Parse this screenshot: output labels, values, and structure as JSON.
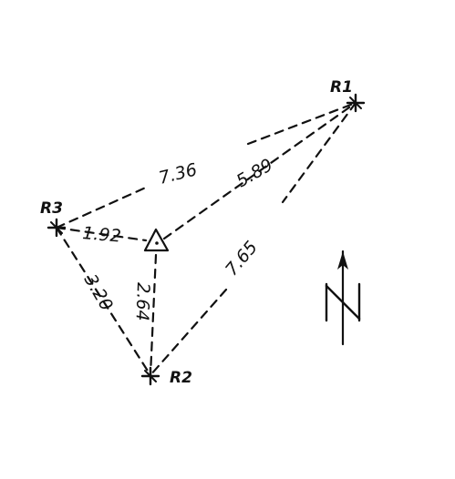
{
  "diagram": {
    "points": {
      "r1": "R1",
      "r2": "R2",
      "r3": "R3"
    },
    "distances": {
      "r3_r1": "7.36",
      "station_r1": "5.89",
      "station_r2_long": "7.65",
      "station_r3": "1.92",
      "r3_r2": "3.20",
      "station_r2": "2.64"
    }
  }
}
